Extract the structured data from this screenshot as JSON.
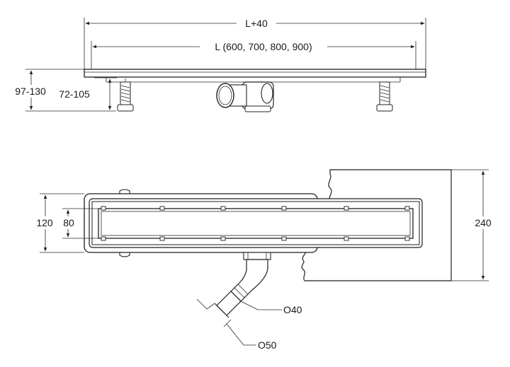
{
  "side_view": {
    "total_length_label": "L+40",
    "length_label": "L (600, 700, 800, 900)",
    "overall_height_label": "97-130",
    "foot_height_label": "72-105"
  },
  "top_view": {
    "outer_width_label": "120",
    "grate_width_label": "80",
    "floor_depth_label": "240",
    "inner_diameter_label": "O40",
    "outer_diameter_label": "O50"
  }
}
